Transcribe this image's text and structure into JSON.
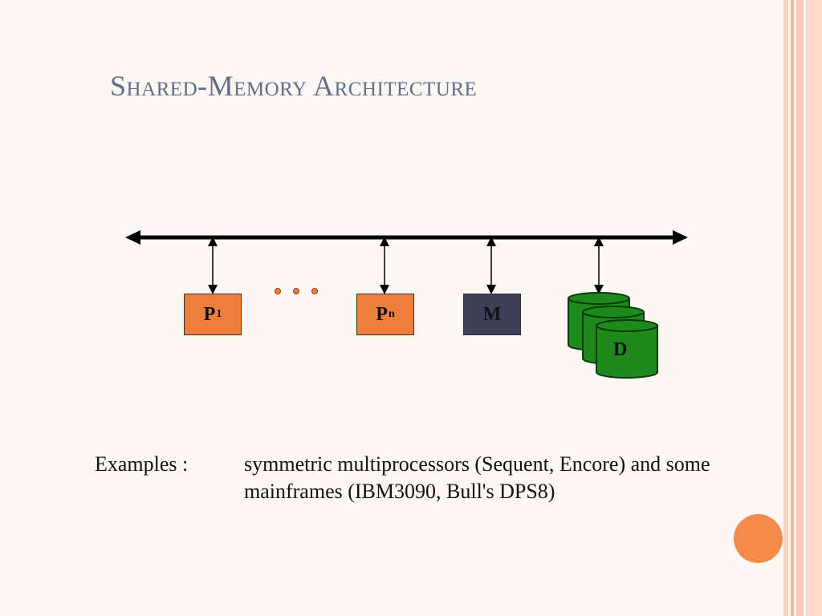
{
  "slide": {
    "title": "Shared-Memory Architecture",
    "examples_label": "Examples :",
    "examples_text": "symmetric multiprocessors (Sequent, Encore) and some mainframes (IBM3090, Bull's DPS8)"
  },
  "diagram": {
    "processor_first": {
      "letter": "P",
      "subscript": "1"
    },
    "ellipsis": "• • •",
    "processor_last": {
      "letter": "P",
      "subscript": "n"
    },
    "memory": "M",
    "disk": "D"
  },
  "colors": {
    "title": "#5d6f8a",
    "processor": "#f07f3c",
    "memory": "#3c4157",
    "disk": "#1e8a1e",
    "accent_circle": "#f58a4b",
    "border_stripes": "#f7c3ad"
  }
}
